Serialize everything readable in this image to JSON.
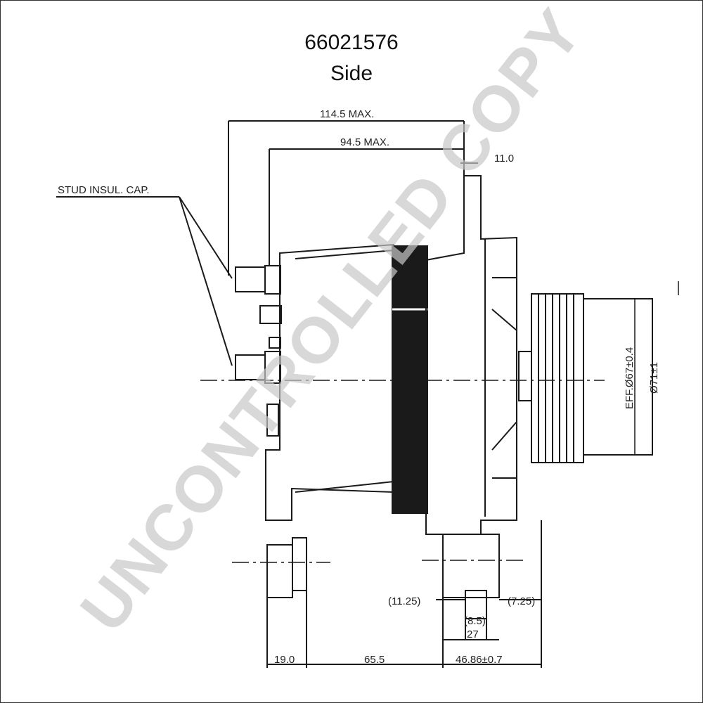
{
  "title": "66021576",
  "subtitle": "Side",
  "labels": {
    "stud_cap": "STUD INSUL. CAP.",
    "dim_max_1": "114.5 MAX.",
    "dim_max_2": "94.5 MAX.",
    "dim_top_right": "11.0",
    "dim_19": "19.0",
    "dim_65": "65.5",
    "dim_46": "46.86±0.7",
    "dim_11": "(11.25)",
    "dim_7": "(7.25)",
    "dim_85": "(8.5)",
    "dim_27": "27",
    "dim_eff": "EFF.Ø67±0.4",
    "dim_71": "Ø71±1"
  },
  "watermark": "UNCONTROLLED COPY"
}
